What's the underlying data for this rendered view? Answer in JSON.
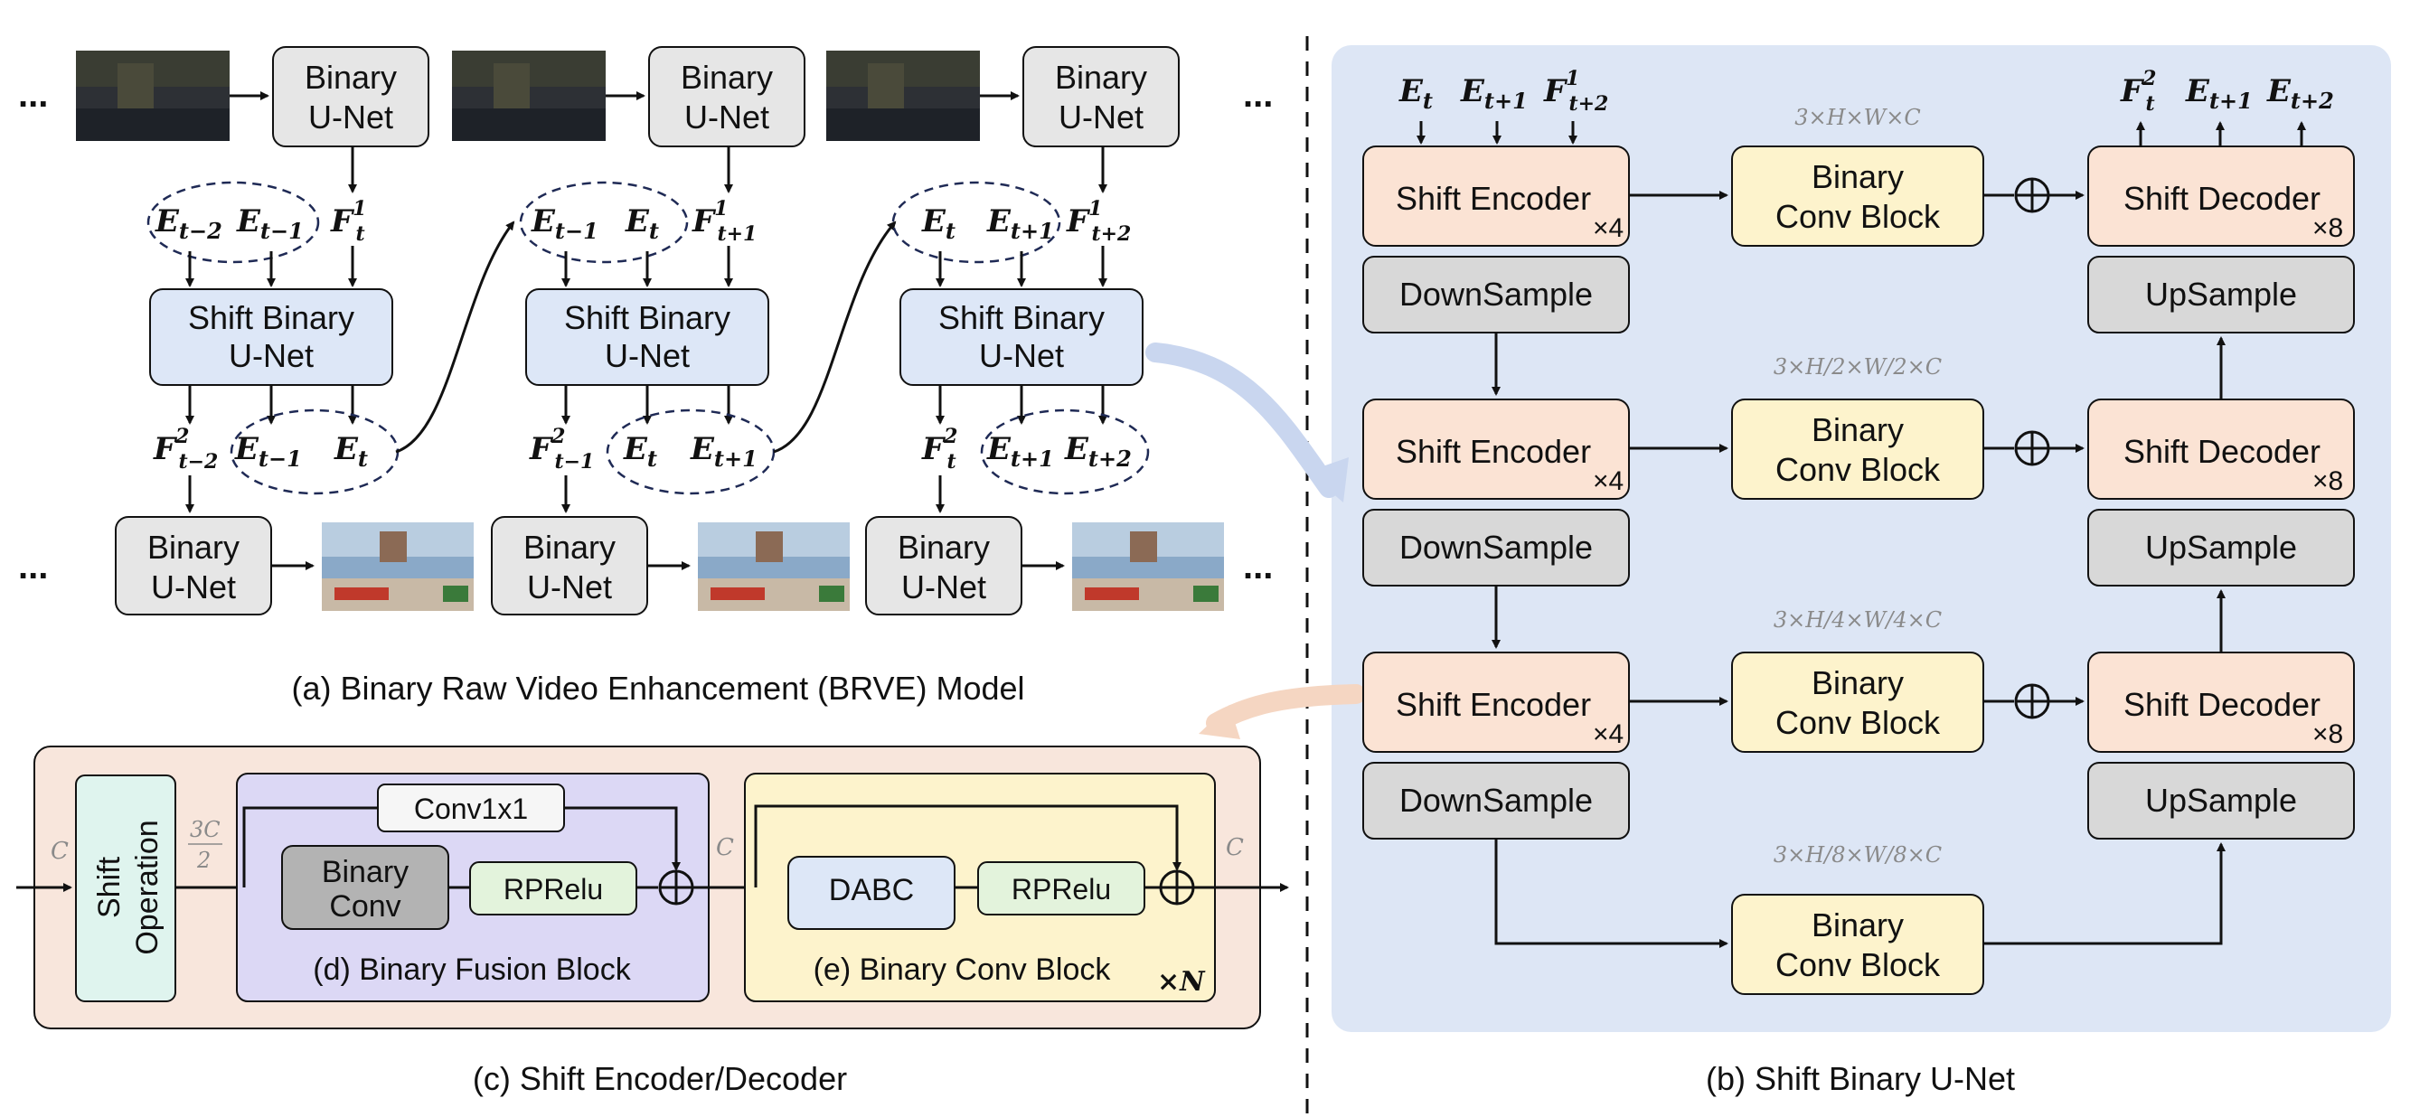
{
  "captions": {
    "a": "(a) Binary Raw Video Enhancement (BRVE) Model",
    "b": "(b) Shift Binary U-Net",
    "c": "(c) Shift Encoder/Decoder",
    "d": "(d) Binary Fusion Block",
    "e": "(e) Binary Conv Block"
  },
  "common": {
    "ellipsis": "...",
    "binary_unet_line1": "Binary",
    "binary_unet_line2": "U-Net",
    "shift_binary_line1": "Shift Binary",
    "shift_binary_line2": "U-Net"
  },
  "unet": {
    "shift_encoder": "Shift Encoder",
    "shift_decoder": "Shift Decoder",
    "enc_mult": "×4",
    "dec_mult": "×8",
    "downsample": "DownSample",
    "upsample": "UpSample",
    "conv_line1": "Binary",
    "conv_line2": "Conv Block",
    "dims": [
      "3×H×W×C",
      "3×H/2×W/2×C",
      "3×H/4×W/4×C",
      "3×H/8×W/8×C"
    ]
  },
  "detail": {
    "shift_op_line1": "Shift",
    "shift_op_line2": "Operation",
    "conv1x1": "Conv1x1",
    "bconv_line1": "Binary",
    "bconv_line2": "Conv",
    "rprelu": "RPRelu",
    "dabc": "DABC",
    "mult_n": "×N",
    "c_in": "C",
    "c_mid": "3C/2",
    "c_mid2": "C",
    "c_out": "C"
  },
  "colors": {
    "gray_box": "#e6e6e6",
    "blue_box": "#dde7f7",
    "pink_box": "#fbe3d4",
    "yellow_box": "#fdf3cc",
    "green_box": "#e3f3dc",
    "teal_box": "#dff4ee",
    "purple_panel": "#dcd8f5",
    "panel_b_bg": "#dde6f5",
    "panel_c_bg": "#f8e6dc"
  }
}
